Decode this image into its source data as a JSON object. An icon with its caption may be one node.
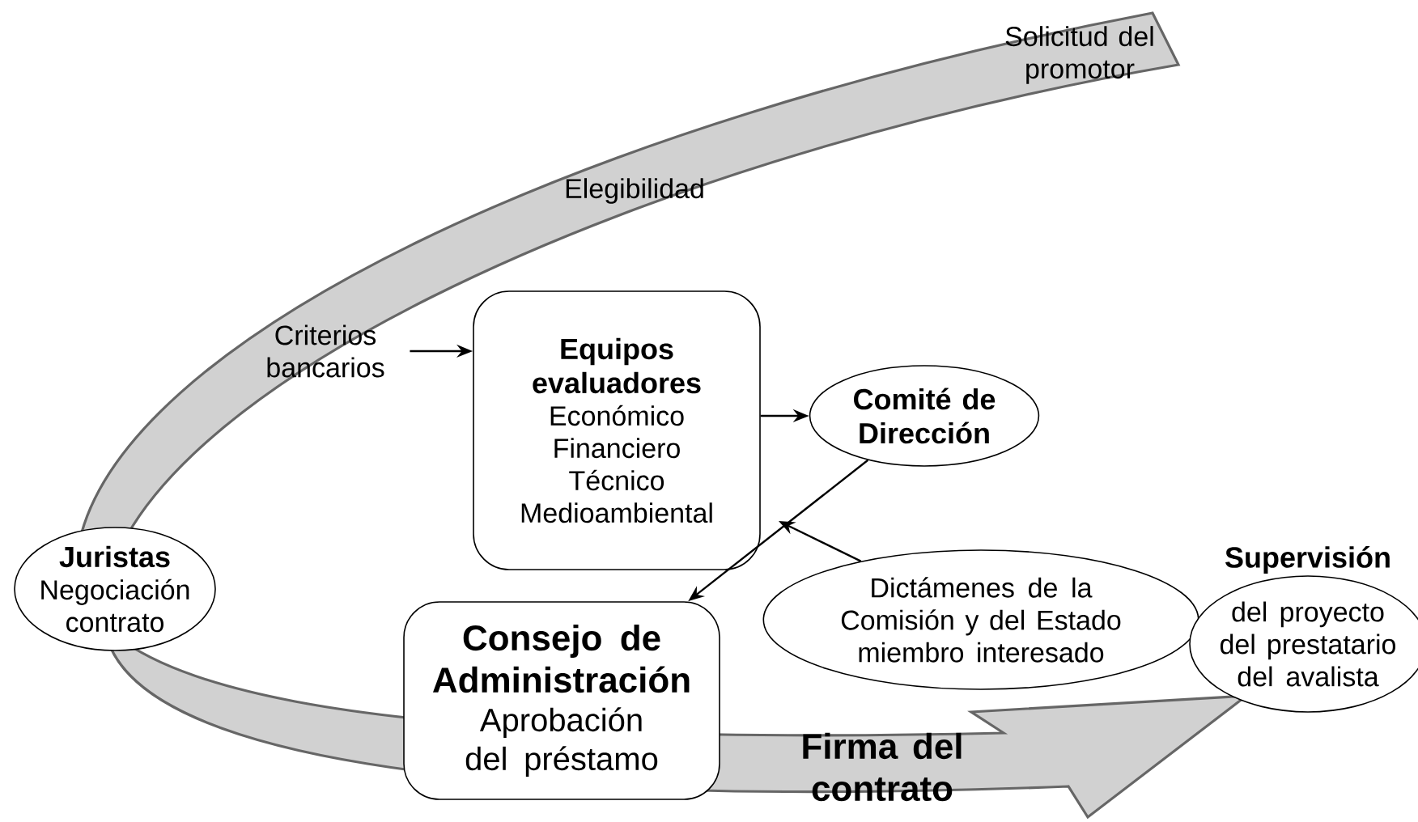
{
  "diagram": {
    "nodes": [
      {
        "text": [
          "Criterios bancarios"
        ]
      },
      {
        "text": [
          "Equipos evaluadores",
          "Económico Financiero Técnico Medioambiental"
        ]
      },
      {
        "text": [
          "Comité de Dirección"
        ]
      },
      {
        "text": [
          "Dictámenes de la Comisión y del Estado miembro interesado"
        ]
      },
      {
        "text": [
          "Consejo de Administración",
          "Aprobación del préstamo"
        ]
      },
      {
        "text": [
          "Juristas",
          "Negociación contrato"
        ]
      },
      {
        "text": [
          "Supervisión",
          "del proyecto del prestatario del avalista"
        ]
      }
    ],
    "edges": [
      {
        "from": 0,
        "to": 1,
        "arrow": "to"
      },
      {
        "from": 1,
        "to": 2,
        "arrow": "to"
      },
      {
        "from": 2,
        "to": 4,
        "arrow": "to"
      },
      {
        "from": 3,
        "to": null,
        "arrow": "to"
      }
    ],
    "labels": [
      "Solicitud del promotor",
      "Elegibilidad",
      "Firma del contrato"
    ]
  }
}
